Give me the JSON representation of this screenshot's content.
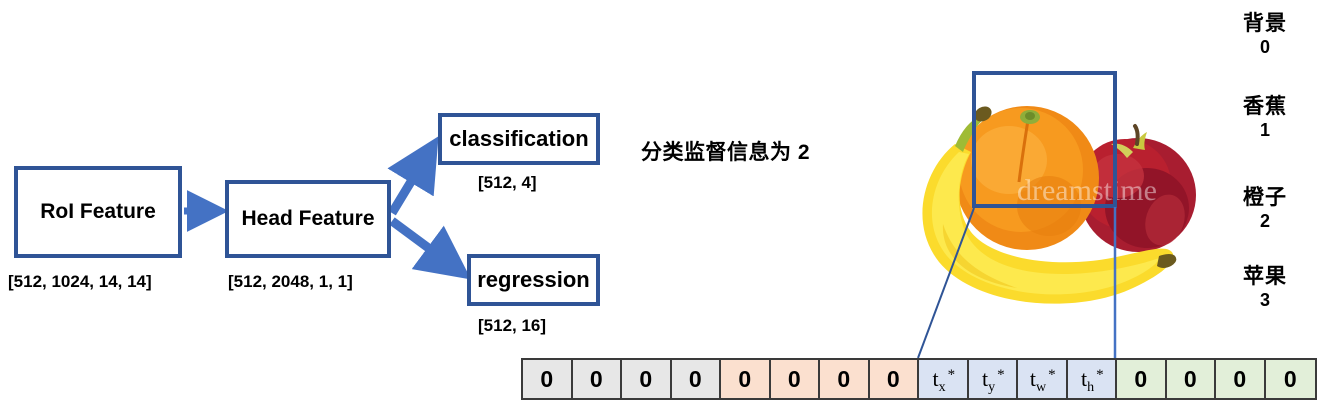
{
  "flow": {
    "nodes": [
      {
        "id": "roi",
        "label": "RoI Feature",
        "shape": "[512, 1024, 14, 14]"
      },
      {
        "id": "head",
        "label": "Head Feature",
        "shape": "[512, 2048, 1, 1]"
      },
      {
        "id": "classification",
        "label": "classification",
        "shape": "[512, 4]"
      },
      {
        "id": "regression",
        "label": "regression",
        "shape": "[512, 16]"
      }
    ],
    "arrow_color": "#4472c4",
    "border_color": "#2f5496"
  },
  "caption": "分类监督信息为 2",
  "legend": {
    "entries": [
      {
        "name": "背景",
        "index": "0"
      },
      {
        "name": "香蕉",
        "index": "1"
      },
      {
        "name": "橙子",
        "index": "2"
      },
      {
        "name": "苹果",
        "index": "3"
      }
    ]
  },
  "photo": {
    "alt": "fruit-photo-banana-orange-apple",
    "watermark": "dreamstime",
    "bbox_label": "orange-bounding-box",
    "bbox_color": "#2f5496"
  },
  "vector": {
    "cells": [
      {
        "text": "0",
        "group": "g-bg"
      },
      {
        "text": "0",
        "group": "g-bg"
      },
      {
        "text": "0",
        "group": "g-bg"
      },
      {
        "text": "0",
        "group": "g-bg"
      },
      {
        "text": "0",
        "group": "g-ban"
      },
      {
        "text": "0",
        "group": "g-ban"
      },
      {
        "text": "0",
        "group": "g-ban"
      },
      {
        "text": "0",
        "group": "g-ban"
      },
      {
        "text": "t_x^*",
        "group": "g-org",
        "base": "t",
        "sub": "x",
        "star": "*"
      },
      {
        "text": "t_y^*",
        "group": "g-org",
        "base": "t",
        "sub": "y",
        "star": "*"
      },
      {
        "text": "t_w^*",
        "group": "g-org",
        "base": "t",
        "sub": "w",
        "star": "*"
      },
      {
        "text": "t_h^*",
        "group": "g-org",
        "base": "t",
        "sub": "h",
        "star": "*"
      },
      {
        "text": "0",
        "group": "g-app"
      },
      {
        "text": "0",
        "group": "g-app"
      },
      {
        "text": "0",
        "group": "g-app"
      },
      {
        "text": "0",
        "group": "g-app"
      }
    ],
    "group_colors": {
      "background": "#e7e7e7",
      "banana": "#fbe0cf",
      "orange": "#dae3f3",
      "apple": "#e2efd9"
    }
  }
}
